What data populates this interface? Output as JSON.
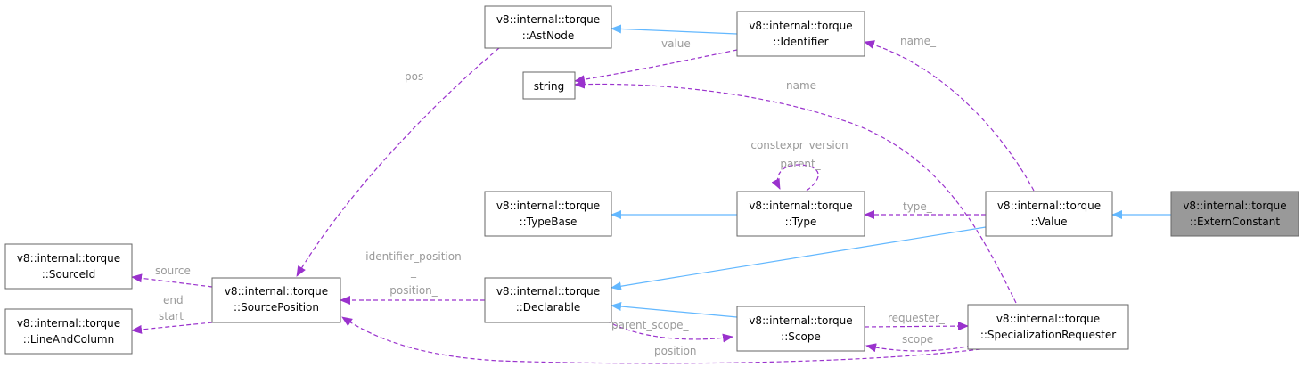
{
  "nodes": {
    "extern_constant": {
      "line1": "v8::internal::torque",
      "line2": "::ExternConstant"
    },
    "value": {
      "line1": "v8::internal::torque",
      "line2": "::Value"
    },
    "identifier": {
      "line1": "v8::internal::torque",
      "line2": "::Identifier"
    },
    "ast_node": {
      "line1": "v8::internal::torque",
      "line2": "::AstNode"
    },
    "string": {
      "line1": "string"
    },
    "type_base": {
      "line1": "v8::internal::torque",
      "line2": "::TypeBase"
    },
    "type": {
      "line1": "v8::internal::torque",
      "line2": "::Type"
    },
    "declarable": {
      "line1": "v8::internal::torque",
      "line2": "::Declarable"
    },
    "scope": {
      "line1": "v8::internal::torque",
      "line2": "::Scope"
    },
    "specialization_requester": {
      "line1": "v8::internal::torque",
      "line2": "::SpecializationRequester"
    },
    "source_position": {
      "line1": "v8::internal::torque",
      "line2": "::SourcePosition"
    },
    "source_id": {
      "line1": "v8::internal::torque",
      "line2": "::SourceId"
    },
    "line_and_column": {
      "line1": "v8::internal::torque",
      "line2": "::LineAndColumn"
    }
  },
  "edge_labels": {
    "value": "value",
    "name_": "name_",
    "name": "name",
    "pos": "pos",
    "constexpr_version_": "constexpr_version_",
    "parent_": "parent_",
    "type_": "type_",
    "identifier_position_1": "identifier_position",
    "identifier_position_2": "_",
    "identifier_position_3": "position_",
    "source": "source",
    "end": "end",
    "start": "start",
    "parent_scope_": "parent_scope_",
    "requester_": "requester_",
    "scope": "scope",
    "position": "position"
  },
  "colors": {
    "inheritance_edge": "#63b8ff",
    "usage_edge": "#9a32cd",
    "label_text": "#9a9a9a",
    "highlight_node": "#999999"
  }
}
